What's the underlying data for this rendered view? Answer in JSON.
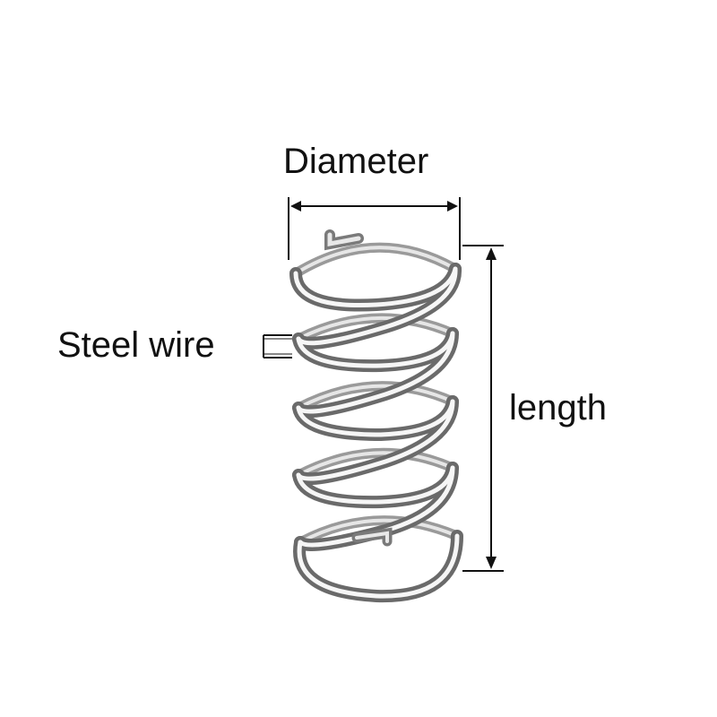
{
  "labels": {
    "diameter": "Diameter",
    "steel_wire": "Steel wire",
    "length": "length"
  },
  "colors": {
    "background": "#ffffff",
    "dimension_lines": "#111111",
    "spring_dark": "#6f6f6f",
    "spring_mid": "#b4b4b4",
    "spring_light": "#f4f4f4"
  },
  "icons": {
    "spring": "compression-spring-illustration"
  }
}
